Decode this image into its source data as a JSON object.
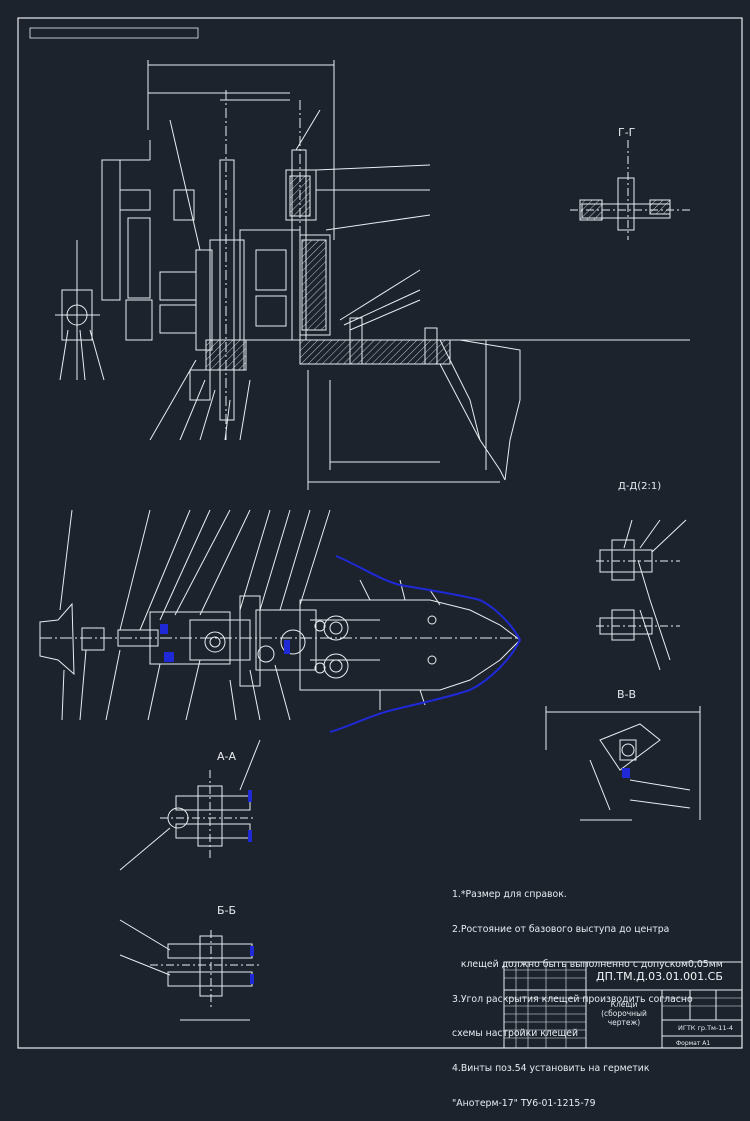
{
  "drawing": {
    "view_labels": {
      "g_g": "Г-Г",
      "d_d": "Д-Д(2:1)",
      "v_v": "В-В",
      "a_a": "А-А",
      "b_b": "Б-Б"
    },
    "notes": [
      "1.*Размер для справок.",
      "2.Ростояние от базового выступа до центра",
      "   клещей должно быть выполненно с допуском0,05мм",
      "3.Угол раскрытия клещей производить согласно",
      "схемы настройки клещей",
      "4.Винты поз.54 установить на герметик",
      "\"Анотерм-17\" ТУ6-01-1215-79"
    ],
    "title_block": {
      "code": "ДП.ТМ.Д.03.01.001.СБ",
      "name_line1": "Клещи",
      "name_line2": "(сборочный чертеж)",
      "org": "ИГТК гр.Тм-11-4",
      "format": "Формат А1"
    },
    "colors": {
      "background": "#1c232d",
      "lines": "#e9edf1",
      "highlight": "#1f29d6"
    }
  }
}
